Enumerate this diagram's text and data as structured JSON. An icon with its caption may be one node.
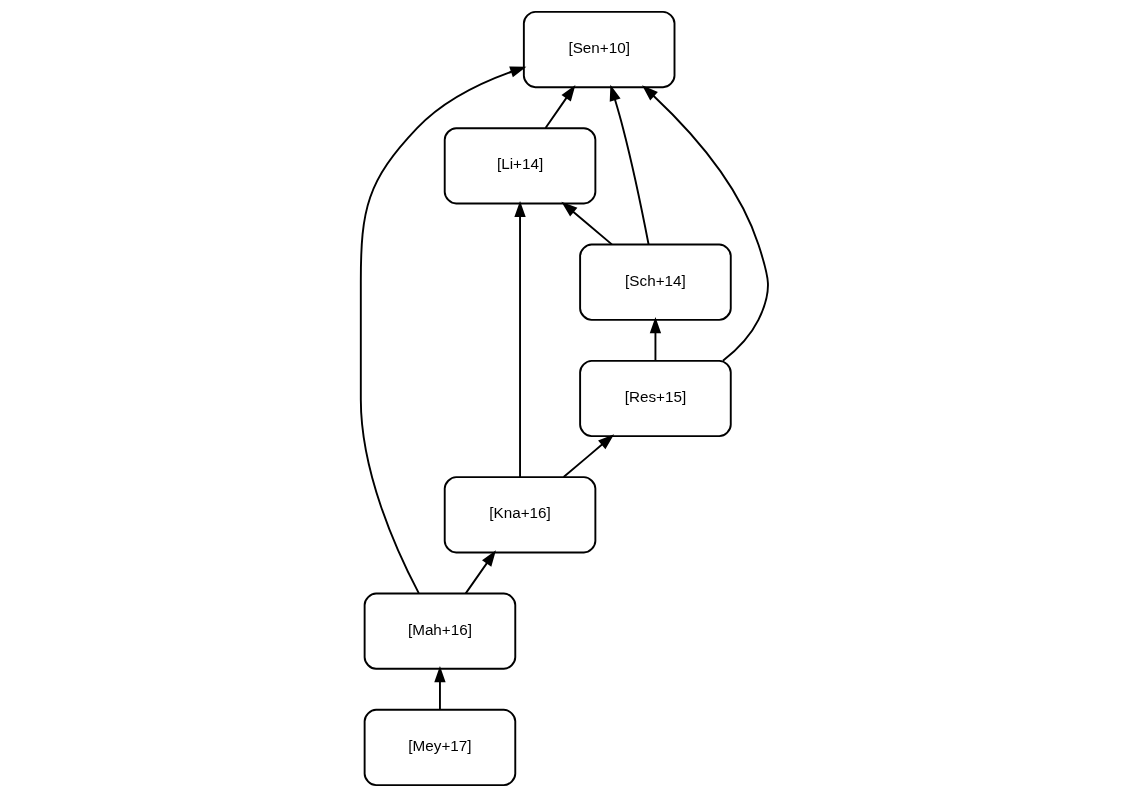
{
  "diagram": {
    "nodes": [
      {
        "text": [
          "[Sch+14]"
        ]
      },
      {
        "text": [
          "[Res+15]"
        ]
      },
      {
        "text": [
          "[Li+14]"
        ]
      },
      {
        "text": [
          "[Sen+10]"
        ]
      },
      {
        "text": [
          "[Kna+16]"
        ]
      },
      {
        "text": [
          "[Mah+16]"
        ]
      },
      {
        "text": [
          "[Mey+17]"
        ]
      }
    ],
    "edges": [
      {
        "from": 0,
        "to": 2,
        "arrow": "to"
      },
      {
        "from": 0,
        "to": 3,
        "arrow": "to"
      },
      {
        "from": 1,
        "to": 0,
        "arrow": "to"
      },
      {
        "from": 1,
        "to": 3,
        "arrow": "to"
      },
      {
        "from": 2,
        "to": 3,
        "arrow": "to"
      },
      {
        "from": 4,
        "to": 2,
        "arrow": "to"
      },
      {
        "from": 5,
        "to": 3,
        "arrow": "to"
      },
      {
        "from": 5,
        "to": 4,
        "arrow": "to"
      },
      {
        "from": 6,
        "to": 5,
        "arrow": "to"
      },
      {
        "from": 4,
        "to": 1,
        "arrow": "to"
      }
    ]
  }
}
